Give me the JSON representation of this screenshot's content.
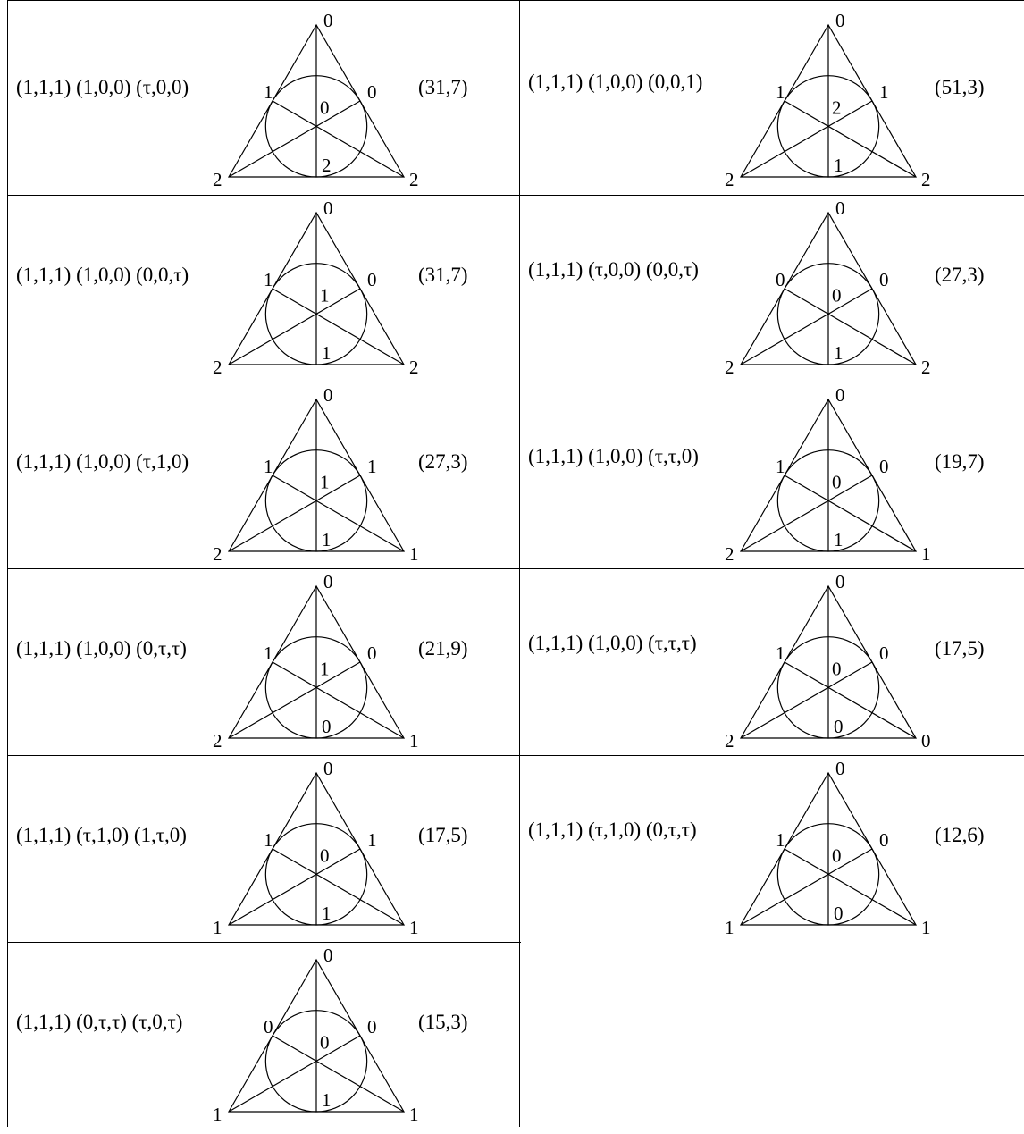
{
  "cells": [
    {
      "triple": "(1,1,1)  (1,0,0) (τ,0,0)",
      "code": "(31,7)",
      "labels": {
        "top": "0",
        "bottom_left": "2",
        "bottom_right": "2",
        "edge_left": "1",
        "edge_right": "0",
        "inner_upper": "0",
        "inner_lower": "2"
      }
    },
    {
      "triple": "(1,1,1)  (1,0,0) (0,0,1)",
      "code": "(51,3)",
      "labels": {
        "top": "0",
        "bottom_left": "2",
        "bottom_right": "2",
        "edge_left": "1",
        "edge_right": "1",
        "inner_upper": "2",
        "inner_lower": "1"
      }
    },
    {
      "triple": "(1,1,1)  (1,0,0) (0,0,τ)",
      "code": "(31,7)",
      "labels": {
        "top": "0",
        "bottom_left": "2",
        "bottom_right": "2",
        "edge_left": "1",
        "edge_right": "0",
        "inner_upper": "1",
        "inner_lower": "1"
      }
    },
    {
      "triple": "(1,1,1)  (τ,0,0) (0,0,τ)",
      "code": "(27,3)",
      "labels": {
        "top": "0",
        "bottom_left": "2",
        "bottom_right": "2",
        "edge_left": "0",
        "edge_right": "0",
        "inner_upper": "0",
        "inner_lower": "1"
      }
    },
    {
      "triple": "(1,1,1)  (1,0,0) (τ,1,0)",
      "code": "(27,3)",
      "labels": {
        "top": "0",
        "bottom_left": "2",
        "bottom_right": "1",
        "edge_left": "1",
        "edge_right": "1",
        "inner_upper": "1",
        "inner_lower": "1"
      }
    },
    {
      "triple": "(1,1,1)  (1,0,0) (τ,τ,0)",
      "code": "(19,7)",
      "labels": {
        "top": "0",
        "bottom_left": "2",
        "bottom_right": "1",
        "edge_left": "1",
        "edge_right": "0",
        "inner_upper": "0",
        "inner_lower": "1"
      }
    },
    {
      "triple": "(1,1,1)  (1,0,0) (0,τ,τ)",
      "code": "(21,9)",
      "labels": {
        "top": "0",
        "bottom_left": "2",
        "bottom_right": "1",
        "edge_left": "1",
        "edge_right": "0",
        "inner_upper": "1",
        "inner_lower": "0"
      }
    },
    {
      "triple": "(1,1,1)  (1,0,0) (τ,τ,τ)",
      "code": "(17,5)",
      "labels": {
        "top": "0",
        "bottom_left": "2",
        "bottom_right": "0",
        "edge_left": "1",
        "edge_right": "0",
        "inner_upper": "0",
        "inner_lower": "0"
      }
    },
    {
      "triple": "(1,1,1)  (τ,1,0) (1,τ,0)",
      "code": "(17,5)",
      "labels": {
        "top": "0",
        "bottom_left": "1",
        "bottom_right": "1",
        "edge_left": "1",
        "edge_right": "1",
        "inner_upper": "0",
        "inner_lower": "1"
      }
    },
    {
      "triple": "(1,1,1)  (τ,1,0) (0,τ,τ)",
      "code": "(12,6)",
      "labels": {
        "top": "0",
        "bottom_left": "1",
        "bottom_right": "1",
        "edge_left": "1",
        "edge_right": "0",
        "inner_upper": "0",
        "inner_lower": "0"
      }
    },
    {
      "triple": "(1,1,1)  (0,τ,τ) (τ,0,τ)",
      "code": "(15,3)",
      "labels": {
        "top": "0",
        "bottom_left": "1",
        "bottom_right": "1",
        "edge_left": "0",
        "edge_right": "0",
        "inner_upper": "0",
        "inner_lower": "1"
      }
    }
  ]
}
